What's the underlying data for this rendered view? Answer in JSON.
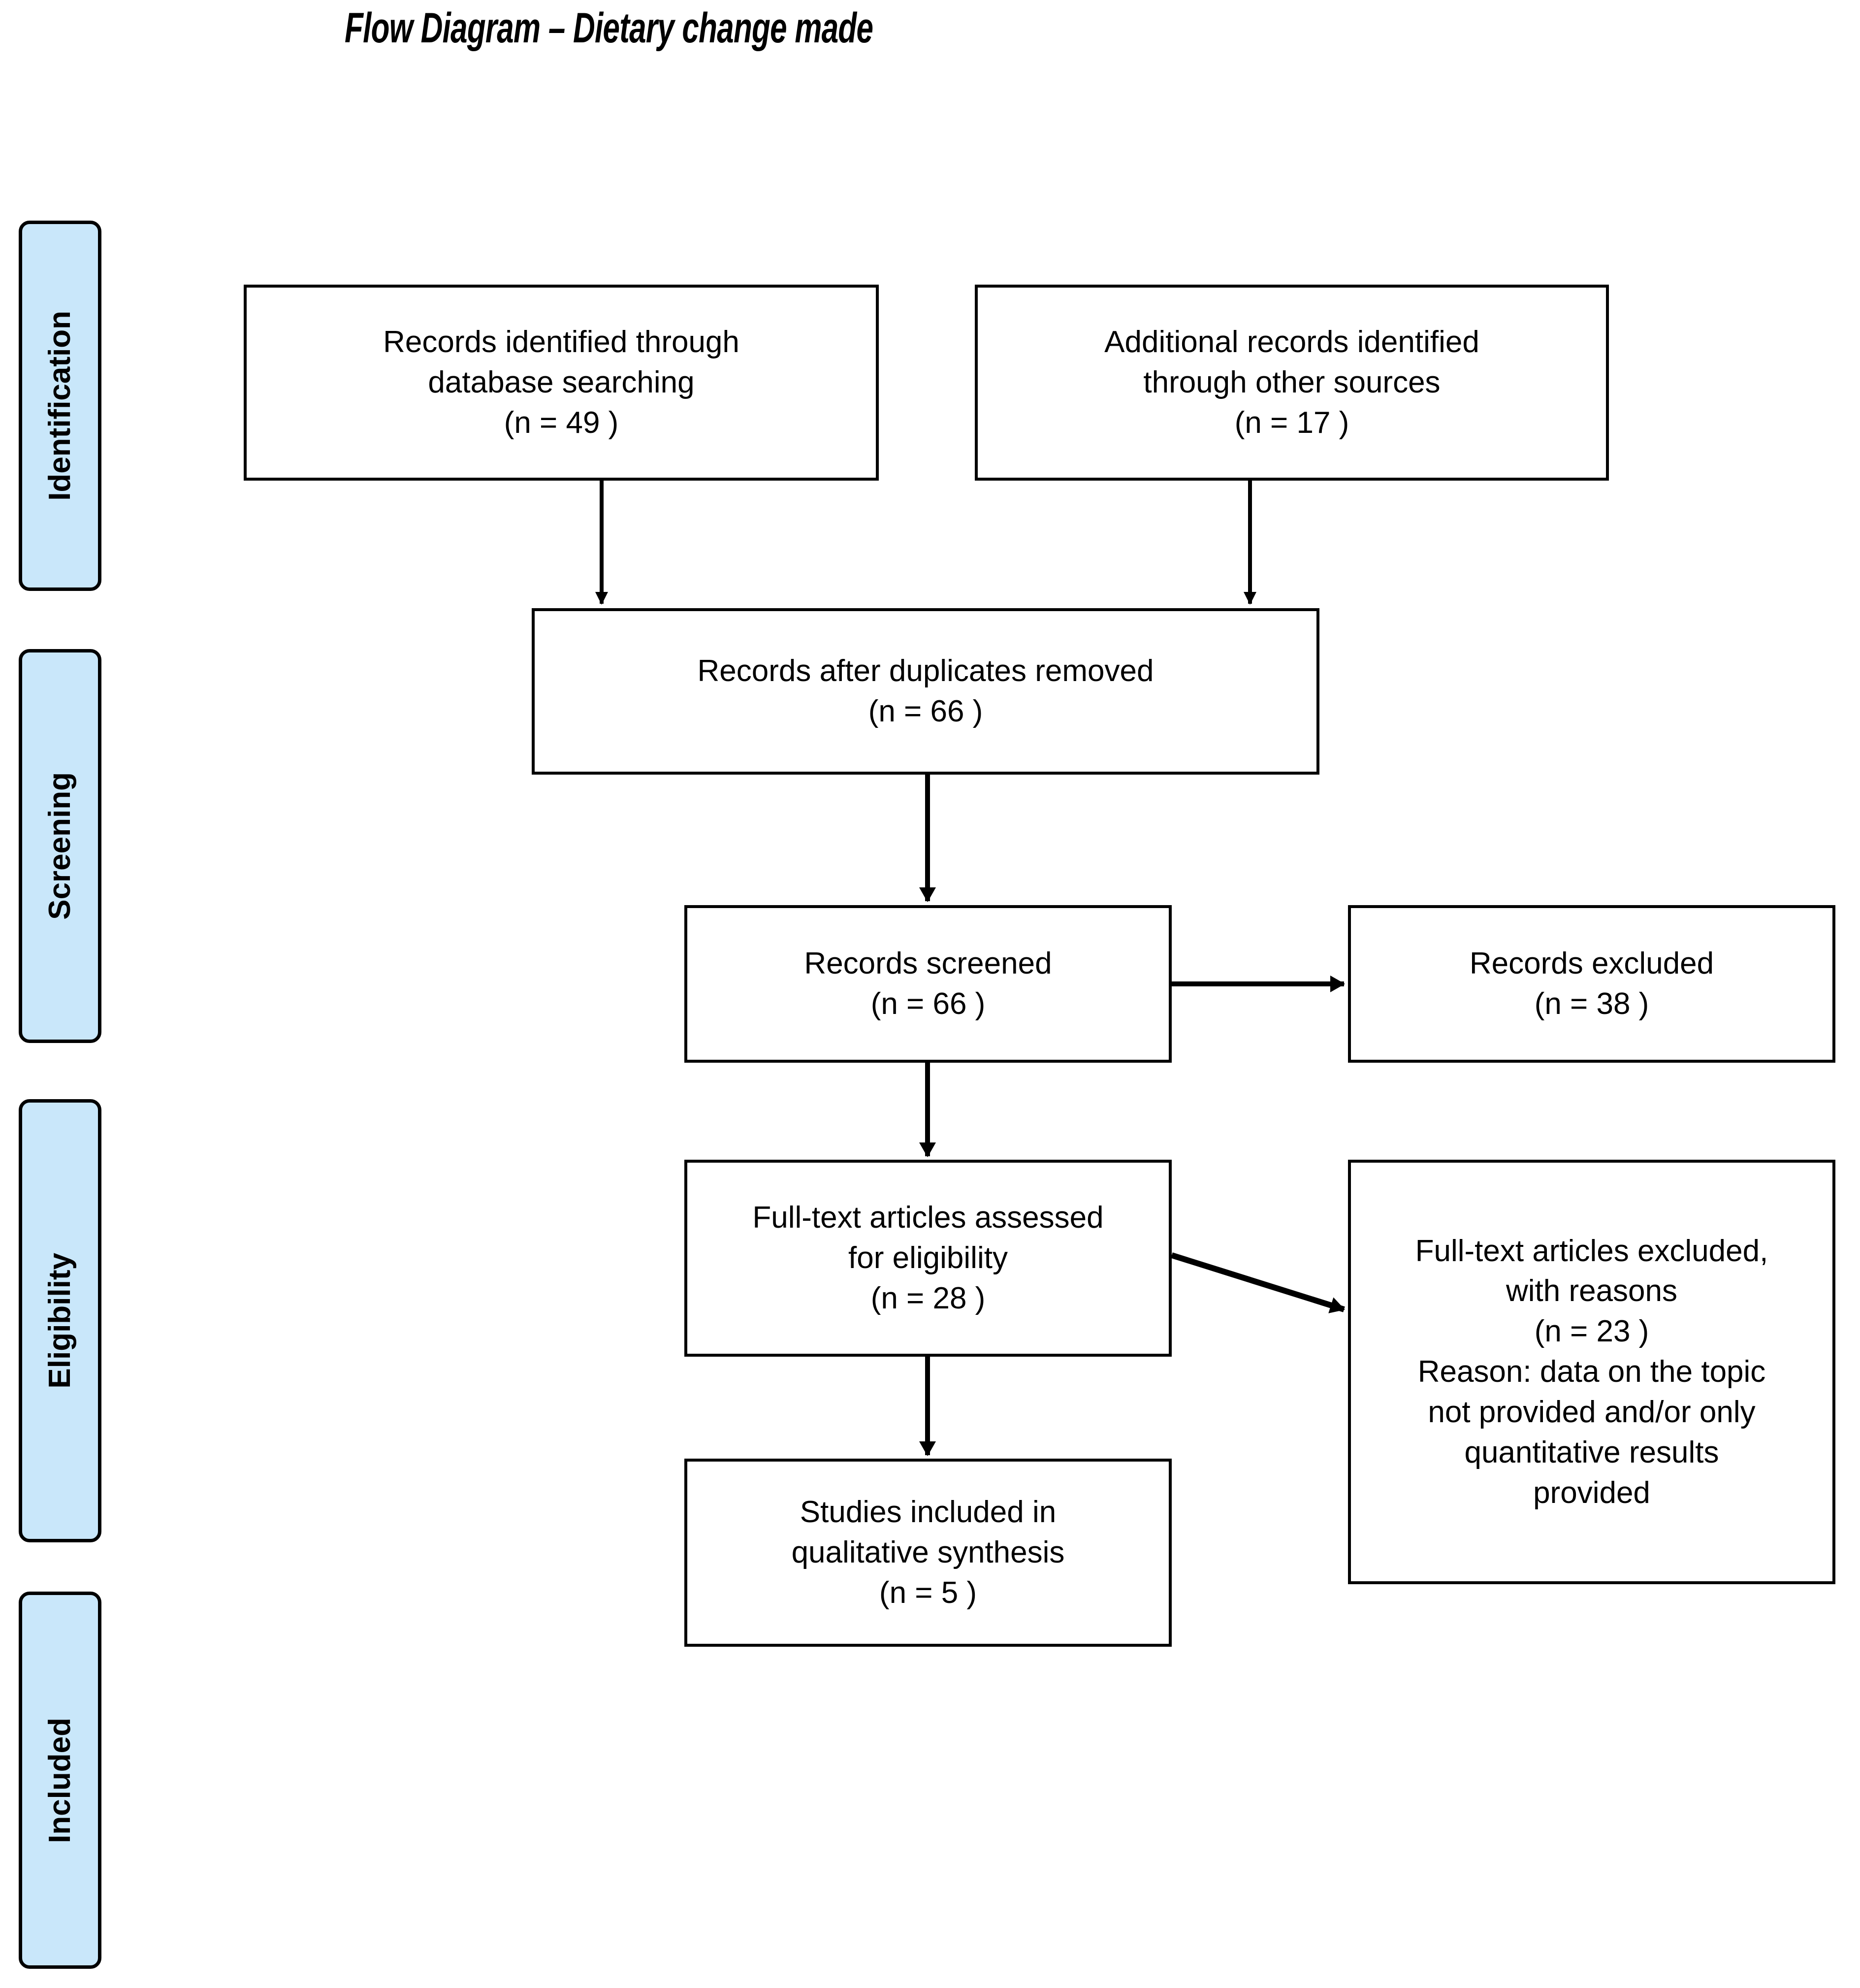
{
  "title": "Flow Diagram – Dietary change made",
  "colors": {
    "stage_tab_fill": "#c9e7fa",
    "stroke": "#000000",
    "box_fill": "#ffffff"
  },
  "stages": [
    {
      "label": "Identification"
    },
    {
      "label": "Screening"
    },
    {
      "label": "Eligibility"
    },
    {
      "label": "Included"
    }
  ],
  "boxes": {
    "db_search": {
      "lines": [
        "Records identified through",
        "database searching",
        "(n = 49 )"
      ],
      "n": 49
    },
    "other_sources": {
      "lines": [
        "Additional records identified",
        "through other sources",
        "(n = 17  )"
      ],
      "n": 17
    },
    "dupes_removed": {
      "lines": [
        "Records after duplicates removed",
        "(n = 66  )"
      ],
      "n": 66
    },
    "screened": {
      "lines": [
        "Records screened",
        "(n = 66  )"
      ],
      "n": 66
    },
    "excluded": {
      "lines": [
        "Records excluded",
        "(n = 38 )"
      ],
      "n": 38
    },
    "fulltext_assessed": {
      "lines": [
        "Full-text articles assessed",
        "for eligibility",
        "(n = 28  )"
      ],
      "n": 28
    },
    "fulltext_excluded": {
      "lines": [
        "Full-text articles excluded,",
        "with reasons",
        "(n = 23 )",
        "Reason: data on the topic",
        "not provided and/or only",
        "quantitative results",
        "provided"
      ],
      "n": 23
    },
    "included": {
      "lines": [
        "Studies included in",
        "qualitative synthesis",
        "(n = 5 )"
      ],
      "n": 5
    }
  },
  "connectors": [
    {
      "from": "db_search",
      "to": "dupes_removed",
      "direction": "down"
    },
    {
      "from": "other_sources",
      "to": "dupes_removed",
      "direction": "down"
    },
    {
      "from": "dupes_removed",
      "to": "screened",
      "direction": "down"
    },
    {
      "from": "screened",
      "to": "excluded",
      "direction": "right"
    },
    {
      "from": "screened",
      "to": "fulltext_assessed",
      "direction": "down"
    },
    {
      "from": "fulltext_assessed",
      "to": "fulltext_excluded",
      "direction": "diagonal-right"
    },
    {
      "from": "fulltext_assessed",
      "to": "included",
      "direction": "down"
    }
  ]
}
